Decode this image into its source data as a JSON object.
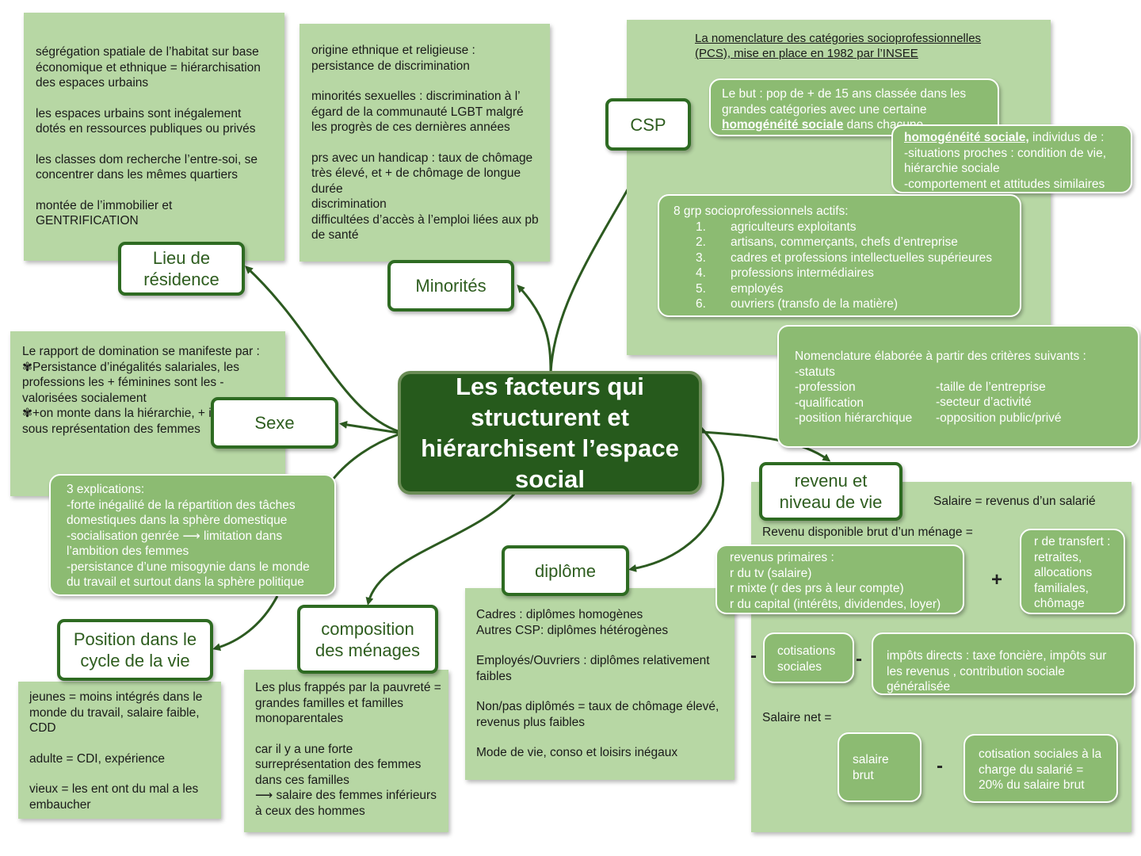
{
  "center": {
    "title": "Les facteurs qui structurent et hiérarchisent l’espace social"
  },
  "nodes": {
    "lieu": "Lieu de\nrésidence",
    "minorites": "Minorités",
    "csp": "CSP",
    "sexe": "Sexe",
    "cycle": "Position dans le\ncycle de la vie",
    "menages": "composition\ndes ménages",
    "diplome": "diplôme",
    "revenu": "revenu et\nniveau de vie"
  },
  "lieu_note": [
    "ségrégation spatiale de l’habitat sur base économique et ethnique = hiérarchisation des espaces urbains",
    "les espaces urbains sont inégalement dotés en ressources publiques ou privés",
    "les classes dom recherche l’entre-soi, se concentrer dans les mêmes quartiers",
    "montée de l’immobilier et GENTRIFICATION"
  ],
  "minorites_note": [
    "origine ethnique et religieuse : persistance de discrimination",
    "minorités sexuelles : discrimination à l’ égard de la communauté LGBT malgré les progrès de ces dernières années",
    "prs avec un handicap : taux de chômage très élevé, et + de chômage de longue durée\ndiscrimination\ndifficultées d’accès à l’emploi liées aux pb de santé"
  ],
  "csp": {
    "heading": "La nomenclature des catégories socioprofessionnelles (PCS), mise en place en 1982 par l’INSEE",
    "but_prefix": "Le but : pop de + de 15 ans classée dans les grandes catégories avec une certaine ",
    "but_bold": "homogénéité sociale",
    "but_suffix": " dans chacune",
    "homog_bold": "homogénéité sociale,",
    "homog_rest": " individus de :\n-situations proches : condition de vie, hiérarchie sociale\n-comportement et attitudes similaires",
    "groups_title": "8 grp socioprofessionnels actifs:",
    "groups": [
      {
        "n": "1.",
        "label": "agriculteurs exploitants"
      },
      {
        "n": "2.",
        "label": "artisans, commerçants, chefs d’entreprise"
      },
      {
        "n": "3.",
        "label": "cadres et professions intellectuelles supérieures"
      },
      {
        "n": "4.",
        "label": "professions intermédiaires"
      },
      {
        "n": "5.",
        "label": "employés"
      },
      {
        "n": "6.",
        "label": "ouvriers (transfo de la matière)"
      }
    ],
    "criteria_title": "Nomenclature élaborée à partir des critères suivants :",
    "criteria_left": "-statuts\n-profession\n-qualification\n-position hiérarchique",
    "criteria_right": "-taille de l’entreprise\n-secteur d’activité\n-opposition public/privé"
  },
  "sexe_note": "Le rapport de domination se manifeste par :\n✾Persistance d’inégalités salariales, les professions les + féminines sont les - valorisées socialement\n✾+on monte dans la hiérarchie, + il y a une sous représentation des femmes",
  "sexe_bubble": "3 explications:\n-forte inégalité de la répartition des tâches domestiques dans la sphère domestique\n-socialisation genrée ⟶ limitation dans l’ambition des femmes\n-persistance d’une misogynie dans le monde du travail et surtout dans la sphère politique",
  "cycle_note": [
    "jeunes = moins intégrés dans le monde du travail, salaire faible, CDD",
    "adulte = CDI, expérience",
    "vieux = les ent ont du mal a les embaucher"
  ],
  "menages_note": [
    "Les plus frappés par la pauvreté = grandes familles et familles monoparentales",
    "car il y a une forte surreprésentation des femmes dans ces familles\n⟶ salaire des femmes inférieurs à ceux des hommes"
  ],
  "diplome_note": [
    "Cadres : diplômes homogènes\nAutres CSP: diplômes hétérogènes",
    "Employés/Ouvriers : diplômes relativement faibles",
    "Non/pas diplômés = taux de chômage élevé, revenus plus faibles",
    "Mode de vie, conso et loisirs inégaux"
  ],
  "revenu": {
    "salaire_def": "Salaire = revenus d’un salarié",
    "rdb_label": "Revenu disponible brut d’un ménage =",
    "revenus_primaires": "revenus primaires :\nr du tv (salaire)\nr mixte (r des prs à leur compte)\nr du capital (intérêts, dividendes, loyer)",
    "plus": "+",
    "transfert": "r de transfert : retraites, allocations familiales, chômage",
    "minus1": "-",
    "cotisations": "cotisations sociales",
    "minus2": "-",
    "impots": "impôts directs : taxe foncière, impôts sur les revenus , contribution sociale généralisée",
    "salaire_net_label": "Salaire net =",
    "salaire_brut": "salaire brut",
    "minus3": "-",
    "cotisation_salarie": "cotisation sociales à la charge du salarié = 20% du salaire brut"
  },
  "colors": {
    "node_border": "#2e6b22",
    "center_bg": "#265a1c",
    "note_bg": "#b7d7a4",
    "bubble_bg": "#8cbb72",
    "link": "#2c5a20"
  }
}
